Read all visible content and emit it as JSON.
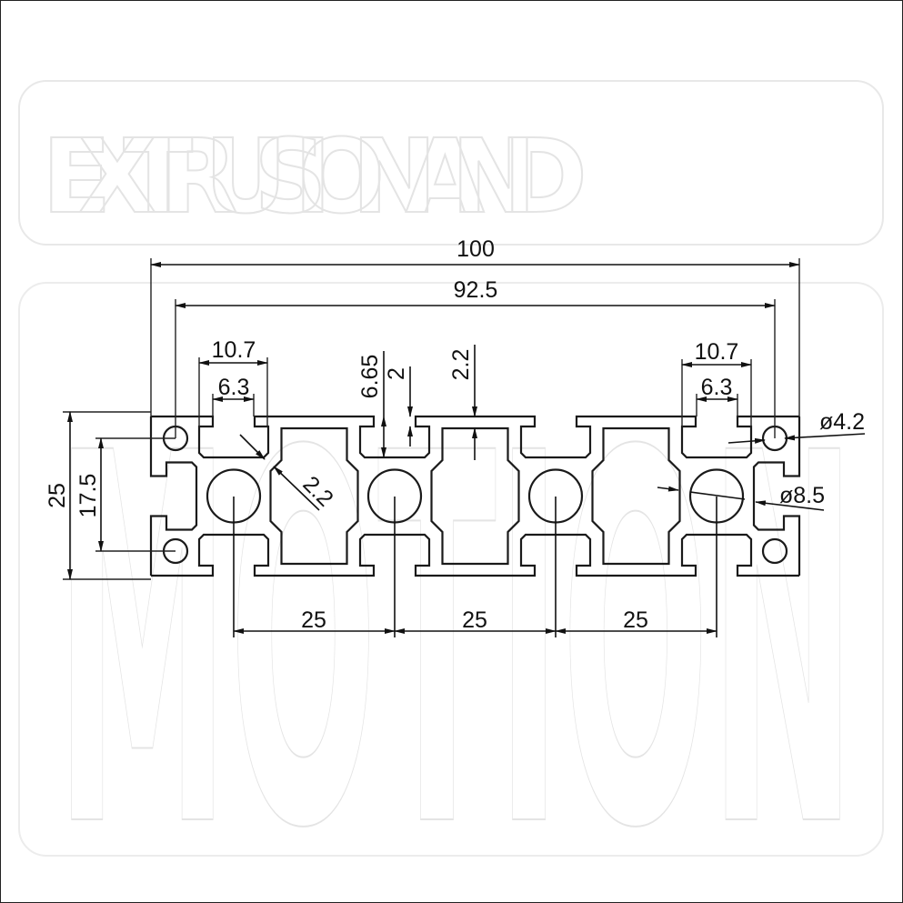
{
  "watermark": {
    "line1": "EXTRUSION AND",
    "line2": "MOTION"
  },
  "dimensions": {
    "overall_width": "100",
    "hole_span": "92.5",
    "slot_width_left": "10.7",
    "slot_opening_left": "6.3",
    "slot_width_right": "10.7",
    "slot_opening_right": "6.3",
    "slot_depth": "6.65",
    "lip_thickness": "2",
    "wall_top": "2.2",
    "wall_diag": "2.2",
    "small_hole": "ø4.2",
    "center_hole": "ø8.5",
    "height": "25",
    "hole_pitch_vertical": "17.5",
    "pitch": [
      "25",
      "25",
      "25"
    ]
  },
  "colors": {
    "line": "#1a1a1a",
    "watermark": "#e4e4e4"
  }
}
